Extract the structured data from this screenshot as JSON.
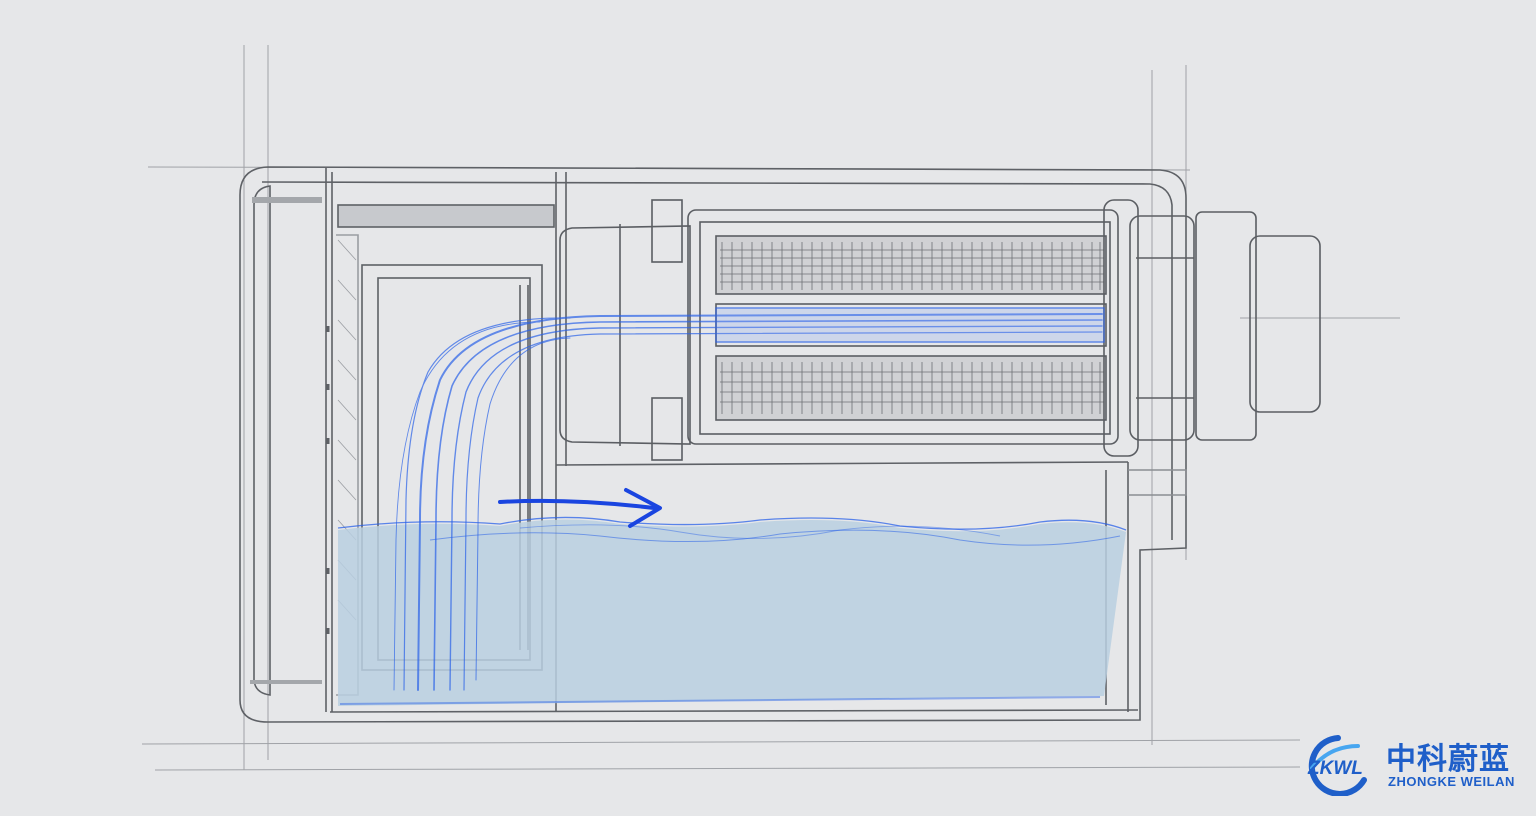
{
  "logo": {
    "badge_text": "ZKWL",
    "name_cn": "中科蔚蓝",
    "name_en": "ZHONGKE WEILAN"
  },
  "colors": {
    "background": "#e6e7e9",
    "pencil": "#6a6d72",
    "water_fill": "#b9cfe0",
    "flow_blue": "#2a62e8",
    "arrow_blue": "#1a45e0",
    "brand_blue": "#1f5fc9"
  },
  "icons": [
    "flow-direction-arrow-icon",
    "zkwl-logo-icon"
  ]
}
